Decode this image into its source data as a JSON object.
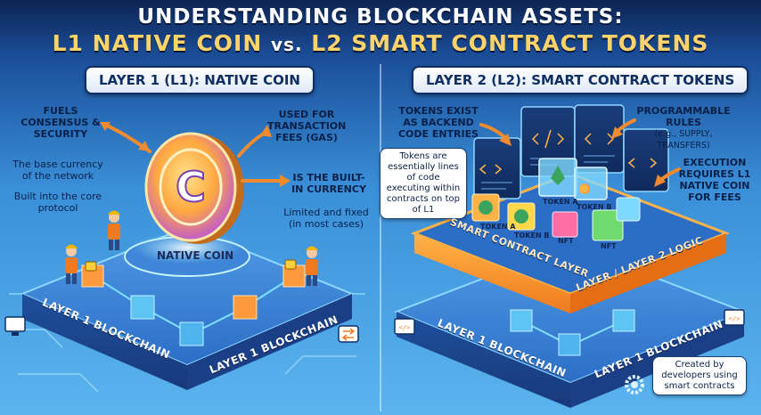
{
  "title": {
    "line1": "UNDERSTANDING BLOCKCHAIN ASSETS:",
    "line2_a": "L1 NATIVE COIN",
    "line2_vs": "vs.",
    "line2_b": "L2 SMART CONTRACT TOKENS"
  },
  "left": {
    "header": "LAYER 1 (L1): NATIVE COIN",
    "notes": {
      "fuels": "FUELS CONSENSUS & SECURITY",
      "used_for": "USED FOR TRANSACTION FEES (GAS)",
      "base_currency": "The base currency of the network",
      "built_in_core": "Built into the core protocol",
      "built_in_currency": "IS THE BUILT-IN CURRENCY",
      "limited": "Limited and fixed (in most cases)"
    },
    "coin_label": "NATIVE COIN",
    "platform_label_a": "LAYER 1 BLOCKCHAIN",
    "platform_label_b": "LAYER 1 BLOCKCHAIN"
  },
  "right": {
    "header": "LAYER 2 (L2): SMART CONTRACT TOKENS",
    "notes": {
      "tokens_exist": "TOKENS EXIST AS BACKEND CODE ENTRIES",
      "programmable": "PROGRAMMABLE RULES",
      "programmable_sub": "(e.g., SUPPLY, TRANSFERS)",
      "execution": "EXECUTION REQUIRES L1 NATIVE COIN FOR FEES"
    },
    "callout_tokens": "Tokens are essentially lines of code executing within contracts on top of L1",
    "callout_devs": "Created by developers using smart contracts",
    "contract_layer_a": "SMART CONTRACT LAYER",
    "contract_layer_b": "LAYER / LAYER 2 LOGIC",
    "platform_label_a": "LAYER 1 BLOCKCHAIN",
    "platform_label_b": "LAYER 1 BLOCKCHAIN",
    "tokens": {
      "token_a_front": "TOKEN A",
      "token_b_front": "TOKEN B",
      "nft_front": "NFT",
      "token_a_cube": "TOKEN A",
      "token_b_cube": "TOKEN B",
      "nft_side": "NFT"
    }
  }
}
